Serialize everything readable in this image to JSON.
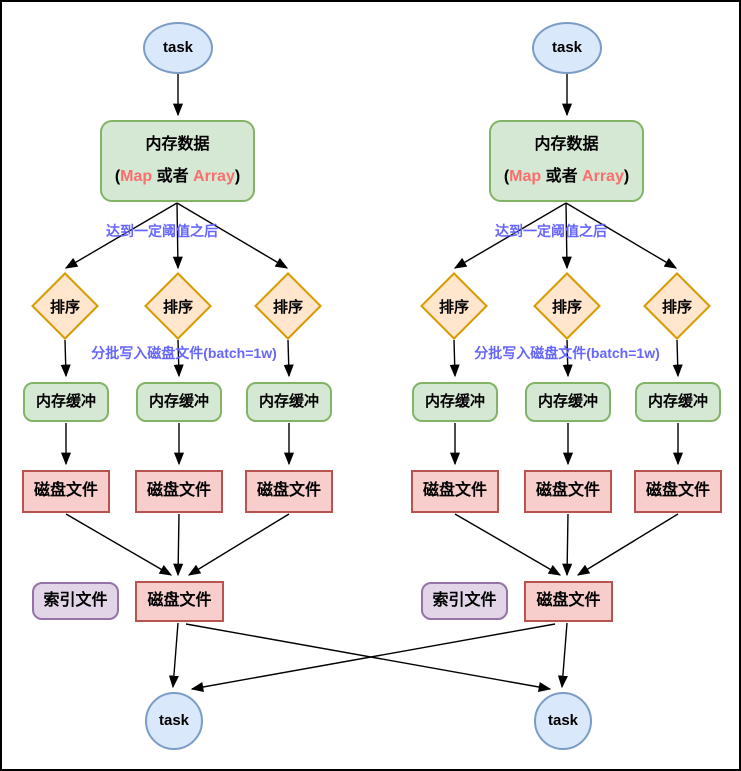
{
  "diagram": {
    "nodes": {
      "task": "task",
      "memory_data_line1": "内存数据",
      "memory_paren_open": "(",
      "memory_map": "Map",
      "memory_or": " 或者 ",
      "memory_array": "Array",
      "memory_paren_close": ")",
      "sort": "排序",
      "memory_buffer": "内存缓冲",
      "disk_file": "磁盘文件",
      "index_file": "索引文件"
    },
    "annotations": {
      "threshold": "达到一定阈值之后",
      "batch_write": "分批写入磁盘文件(batch=1w)"
    },
    "colors": {
      "task_fill": "#dae8fc",
      "task_stroke": "#7a9cc6",
      "green_fill": "#d5e8d4",
      "green_stroke": "#82b366",
      "orange_fill": "#ffe6cc",
      "orange_stroke": "#d79b00",
      "red_fill": "#f8cecc",
      "red_stroke": "#b85450",
      "purple_fill": "#e1d5e7",
      "purple_stroke": "#9673a6",
      "annotation_text": "#6666ff",
      "highlight_text": "#fb6e6e",
      "arrow": "#000000"
    }
  }
}
